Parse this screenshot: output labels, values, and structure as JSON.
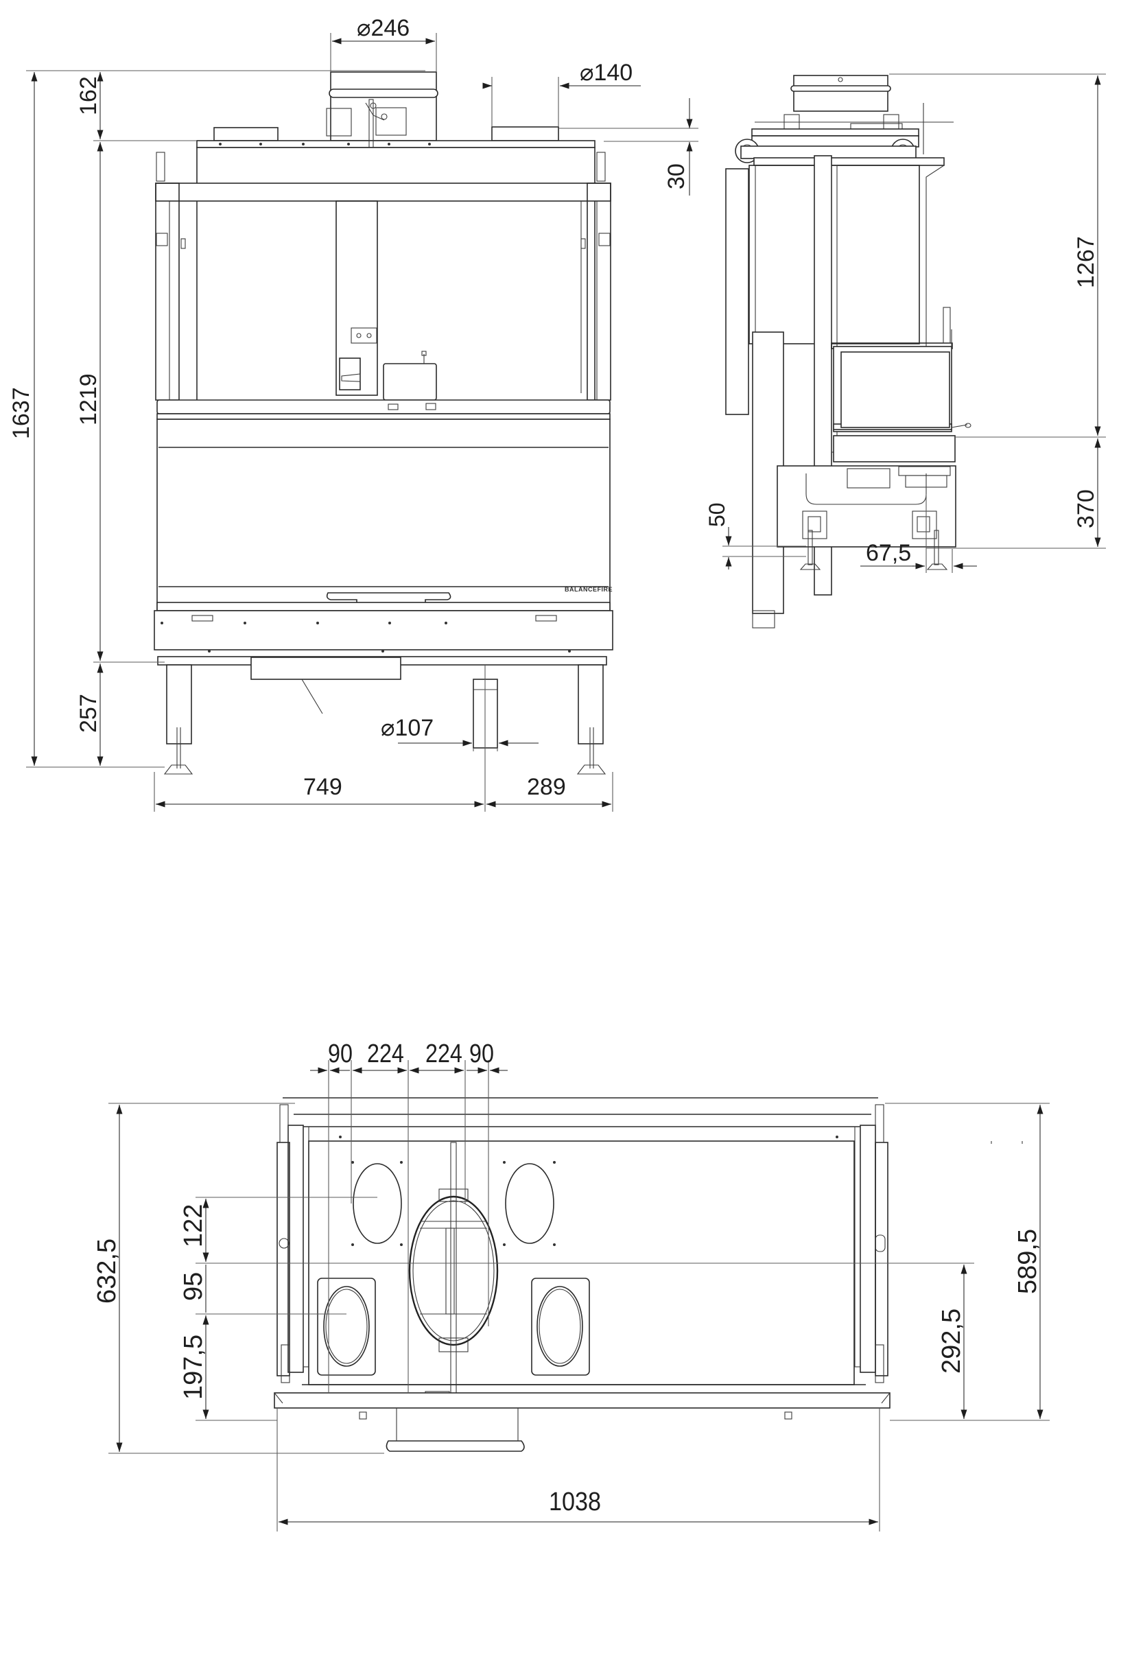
{
  "drawing": {
    "type": "technical dimensional drawing",
    "colors": {
      "line": "#2a2a2a",
      "dimension": "#4a4a4a",
      "background": "#ffffff"
    },
    "front_view": {
      "dimensions": {
        "flue_diameter": "⌀246",
        "air_inlet_diameter": "⌀140",
        "bottom_inlet_diameter": "⌀107",
        "total_height": "1637",
        "flue_height": "162",
        "body_height": "1219",
        "leg_height": "257",
        "left_to_inlet": "749",
        "inlet_to_right": "289",
        "collar_offset": "30"
      },
      "brand_plate": "BALANCEFIRE"
    },
    "side_view": {
      "dimensions": {
        "upper_height": "1267",
        "lower_height": "370",
        "foot_adjust": "50",
        "rear_offset": "67,5"
      }
    },
    "top_view": {
      "dimensions": {
        "top_left_offset": "90",
        "top_left_spacing": "224",
        "top_right_spacing": "224",
        "top_right_offset": "90",
        "total_depth": "632,5",
        "upper_outlet_offset": "122",
        "outlet_spacing": "95",
        "lower_outlet_offset": "197,5",
        "right_depth": "589,5",
        "right_outlet_offset": "292,5",
        "total_width": "1038"
      }
    }
  }
}
